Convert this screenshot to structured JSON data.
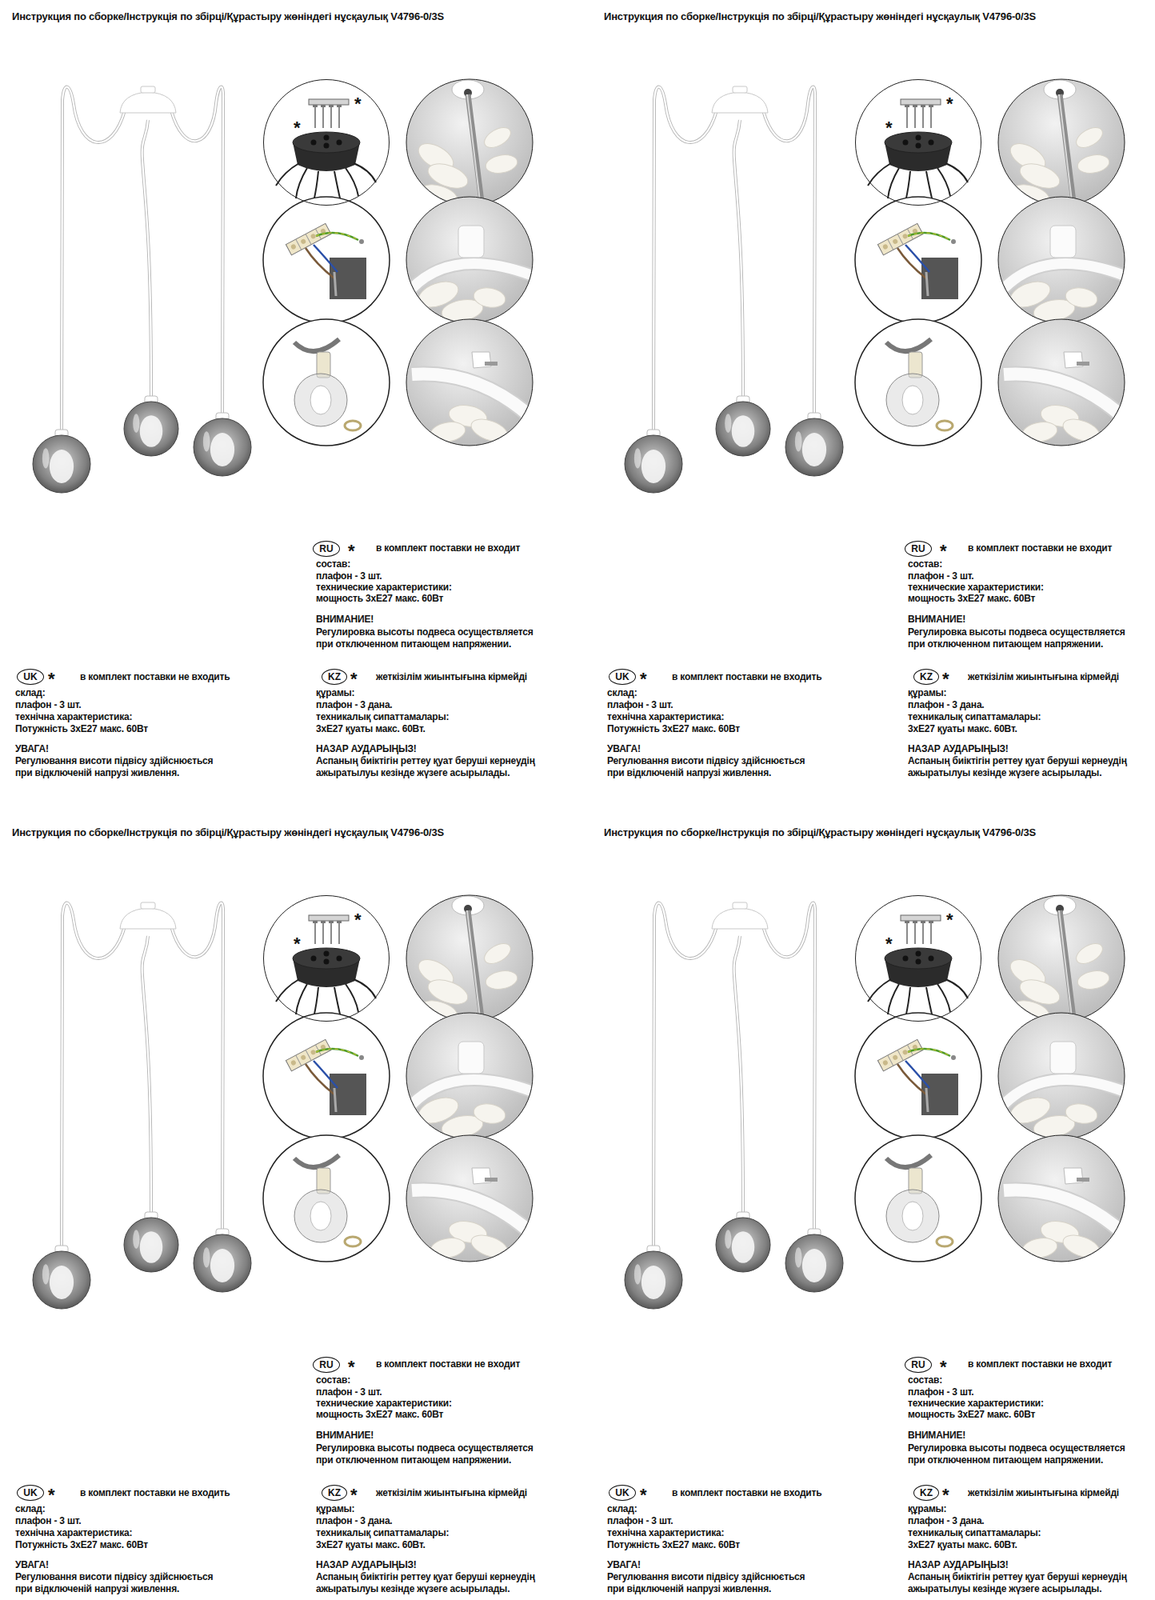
{
  "diagram": {
    "nodes": [
      {
        "text": [
          "*",
          "*"
        ]
      },
      {
        "text": [
          "RU"
        ]
      },
      {
        "text": [
          "UK"
        ]
      },
      {
        "text": [
          "KZ"
        ]
      },
      {
        "text": [
          "*",
          "*"
        ]
      },
      {
        "text": [
          "RU"
        ]
      },
      {
        "text": [
          "UK"
        ]
      },
      {
        "text": [
          "KZ"
        ]
      },
      {
        "text": [
          "*",
          "*"
        ]
      },
      {
        "text": [
          "RU"
        ]
      },
      {
        "text": [
          "UK"
        ]
      },
      {
        "text": [
          "KZ"
        ]
      },
      {
        "text": [
          "*",
          "*"
        ]
      },
      {
        "text": [
          "RU"
        ]
      },
      {
        "text": [
          "UK"
        ]
      },
      {
        "text": [
          "KZ"
        ]
      }
    ],
    "labels": [
      "Инструкция по сборке/Інструкція по збірці/Құрастыру жөніндегі нұсқаулық V4796-0/3S",
      "*",
      "в комплект поставки не входит",
      "состав:",
      "плафон - 3 шт.",
      "технические характеристики:",
      "мощность 3хE27 макс. 60Вт",
      "ВНИМАНИЕ!",
      "Регулировка высоты подвеса осуществляется",
      "при отключенном питающем напряжении.",
      "*",
      "в комплект поставки не входить",
      "склад:",
      "плафон - 3 шт.",
      "технічна характеристика:",
      "Потужність 3хE27 макс. 60Вт",
      "УВАГА!",
      "Регулювання висоти підвісу здійснюється",
      "при відключеній напрузі живлення.",
      "*",
      "жеткізілім жиынтығына кірмейді",
      "құрамы:",
      "плафон - 3 дана.",
      "техникалық сипаттамалары:",
      "3хE27 қуаты макс. 60Вт.",
      "НАЗАР АУДАРЫҢЫЗ!",
      "Аспаның биіктігін реттеу қуат беруші кернеудің",
      "ажыратылуы кезінде жүзеге асырылады.",
      "Инструкция по сборке/Інструкція по збірці/Құрастыру жөніндегі нұсқаулық V4796-0/3S",
      "*",
      "в комплект поставки не входит",
      "состав:",
      "плафон - 3 шт.",
      "технические характеристики:",
      "мощность 3хE27 макс. 60Вт",
      "ВНИМАНИЕ!",
      "Регулировка высоты подвеса осуществляется",
      "при отключенном питающем напряжении.",
      "*",
      "в комплект поставки не входить",
      "склад:",
      "плафон - 3 шт.",
      "технічна характеристика:",
      "Потужність 3хE27 макс. 60Вт",
      "УВАГА!",
      "Регулювання висоти підвісу здійснюється",
      "при відключеній напрузі живлення.",
      "*",
      "жеткізілім жиынтығына кірмейді",
      "құрамы:",
      "плафон - 3 дана.",
      "техникалық сипаттамалары:",
      "3хE27 қуаты макс. 60Вт.",
      "НАЗАР АУДАРЫҢЫЗ!",
      "Аспаның биіктігін реттеу қуат беруші кернеудің",
      "ажыратылуы кезінде жүзеге асырылады.",
      "Инструкция по сборке/Інструкція по збірці/Құрастыру жөніндегі нұсқаулық V4796-0/3S",
      "*",
      "в комплект поставки не входит",
      "состав:",
      "плафон - 3 шт.",
      "технические характеристики:",
      "мощность 3хE27 макс. 60Вт",
      "ВНИМАНИЕ!",
      "Регулировка высоты подвеса осуществляется",
      "при отключенном питающем напряжении.",
      "*",
      "в комплект поставки не входить",
      "склад:",
      "плафон - 3 шт.",
      "технічна характеристика:",
      "Потужність 3хE27 макс. 60Вт",
      "УВАГА!",
      "Регулювання висоти підвісу здійснюється",
      "при відключеній напрузі живлення.",
      "*",
      "жеткізілім жиынтығына кірмейді",
      "құрамы:",
      "плафон - 3 дана.",
      "техникалық сипаттамалары:",
      "3хE27 қуаты макс. 60Вт.",
      "НАЗАР АУДАРЫҢЫЗ!",
      "Аспаның биіктігін реттеу қуат беруші кернеудің",
      "ажыратылуы кезінде жүзеге асырылады.",
      "Инструкция по сборке/Інструкція по збірці/Құрастыру жөніндегі нұсқаулық V4796-0/3S",
      "*",
      "в комплект поставки не входит",
      "состав:",
      "плафон - 3 шт.",
      "технические характеристики:",
      "мощность 3хE27 макс. 60Вт",
      "ВНИМАНИЕ!",
      "Регулировка высоты подвеса осуществляется",
      "при отключенном питающем напряжении.",
      "*",
      "в комплект поставки не входить",
      "склад:",
      "плафон - 3 шт.",
      "технічна характеристика:",
      "Потужність 3хE27 макс. 60Вт",
      "УВАГА!",
      "Регулювання висоти підвісу здійснюється",
      "при відключеній напрузі живлення.",
      "*",
      "жеткізілім жиынтығына кірмейді",
      "құрамы:",
      "плафон - 3 дана.",
      "техникалық сипаттамалары:",
      "3хE27 қуаты макс. 60Вт.",
      "НАЗАР АУДАРЫҢЫЗ!",
      "Аспаның биіктігін реттеу қуат беруші кернеудің",
      "ажыратылуы кезінде жүзеге асырылады."
    ]
  }
}
